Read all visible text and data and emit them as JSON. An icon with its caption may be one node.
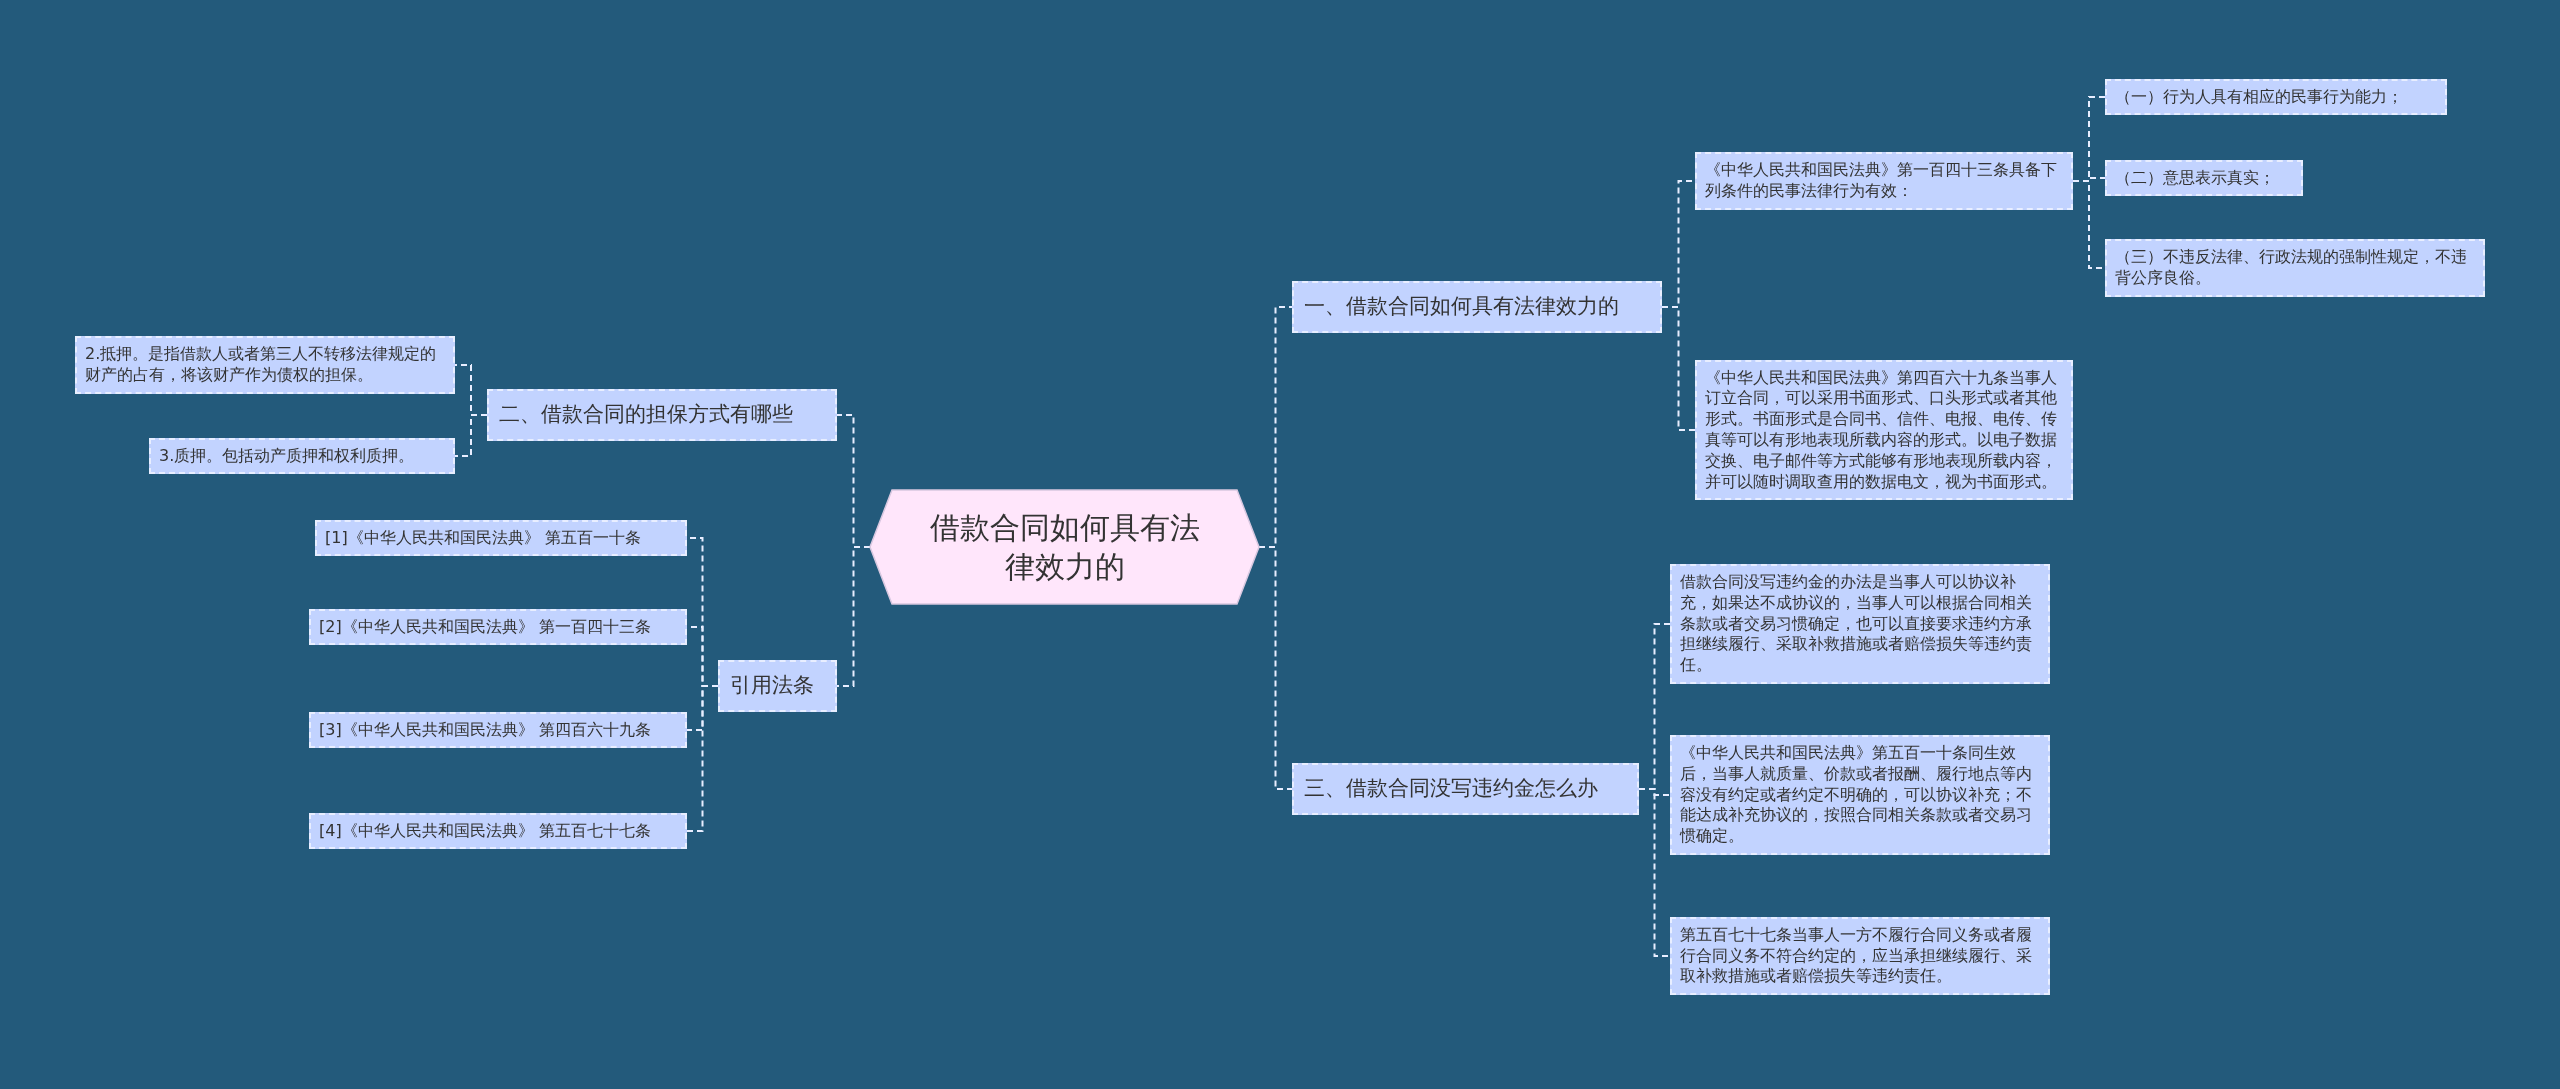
{
  "diagram": {
    "nodes": [
      {
        "text": [
          "借款合同如何具有法律效力的"
        ]
      },
      {
        "text": [
          "一、借款合同如何具有法律效力的"
        ]
      },
      {
        "text": [
          "《中华人民共和国民法典》第一百四十三条具备下列条件的民事法律行为有效："
        ]
      },
      {
        "text": [
          "（一）行为人具有相应的民事行为能力；"
        ]
      },
      {
        "text": [
          "（二）意思表示真实；"
        ]
      },
      {
        "text": [
          "（三）不违反法律、行政法规的强制性规定，不违背公序良俗。"
        ]
      },
      {
        "text": [
          "《中华人民共和国民法典》第四百六十九条当事人订立合同，可以采用书面形式、口头形式或者其他形式。书面形式是合同书、信件、电报、电传、传真等可以有形地表现所载内容的形式。以电子数据交换、电子邮件等方式能够有形地表现所载内容，并可以随时调取查用的数据电文，视为书面形式。"
        ]
      },
      {
        "text": [
          "二、借款合同的担保方式有哪些"
        ]
      },
      {
        "text": [
          "2.抵押。是指借款人或者第三人不转移法律规定的财产的占有，将该财产作为债权的担保。"
        ]
      },
      {
        "text": [
          "3.质押。包括动产质押和权利质押。"
        ]
      },
      {
        "text": [
          "引用法条"
        ]
      },
      {
        "text": [
          "[1]《中华人民共和国民法典》 第五百一十条"
        ]
      },
      {
        "text": [
          "[2]《中华人民共和国民法典》 第一百四十三条"
        ]
      },
      {
        "text": [
          "[3]《中华人民共和国民法典》 第四百六十九条"
        ]
      },
      {
        "text": [
          "[4]《中华人民共和国民法典》 第五百七十七条"
        ]
      },
      {
        "text": [
          "三、借款合同没写违约金怎么办"
        ]
      },
      {
        "text": [
          "借款合同没写违约金的办法是当事人可以协议补充，如果达不成协议的，当事人可以根据合同相关条款或者交易习惯确定，也可以直接要求违约方承担继续履行、采取补救措施或者赔偿损失等违约责任。"
        ]
      },
      {
        "text": [
          "《中华人民共和国民法典》第五百一十条同生效后，当事人就质量、价款或者报酬、履行地点等内容没有约定或者约定不明确的，可以协议补充；不能达成补充协议的，按照合同相关条款或者交易习惯确定。"
        ]
      },
      {
        "text": [
          "第五百七十七条当事人一方不履行合同义务或者履行合同义务不符合约定的，应当承担继续履行、采取补救措施或者赔偿损失等违约责任。"
        ]
      }
    ],
    "edges": [
      {
        "from": 0,
        "to": 1,
        "arrow": "none",
        "style": "dashed"
      },
      {
        "from": 1,
        "to": 2,
        "arrow": "none",
        "style": "dashed"
      },
      {
        "from": 2,
        "to": 3,
        "arrow": "none",
        "style": "dashed"
      },
      {
        "from": 2,
        "to": 4,
        "arrow": "none",
        "style": "dashed"
      },
      {
        "from": 2,
        "to": 5,
        "arrow": "none",
        "style": "dashed"
      },
      {
        "from": 1,
        "to": 6,
        "arrow": "none",
        "style": "dashed"
      },
      {
        "from": 0,
        "to": 7,
        "arrow": "none",
        "style": "dashed"
      },
      {
        "from": 7,
        "to": 8,
        "arrow": "none",
        "style": "dashed"
      },
      {
        "from": 7,
        "to": 9,
        "arrow": "none",
        "style": "dashed"
      },
      {
        "from": 0,
        "to": 10,
        "arrow": "none",
        "style": "dashed"
      },
      {
        "from": 10,
        "to": 11,
        "arrow": "none",
        "style": "dashed"
      },
      {
        "from": 10,
        "to": 12,
        "arrow": "none",
        "style": "dashed"
      },
      {
        "from": 10,
        "to": 13,
        "arrow": "none",
        "style": "dashed"
      },
      {
        "from": 10,
        "to": 14,
        "arrow": "none",
        "style": "dashed"
      },
      {
        "from": 0,
        "to": 15,
        "arrow": "none",
        "style": "dashed"
      },
      {
        "from": 15,
        "to": 16,
        "arrow": "none",
        "style": "dashed"
      },
      {
        "from": 15,
        "to": 17,
        "arrow": "none",
        "style": "dashed"
      },
      {
        "from": 15,
        "to": 18,
        "arrow": "none",
        "style": "dashed"
      }
    ]
  }
}
